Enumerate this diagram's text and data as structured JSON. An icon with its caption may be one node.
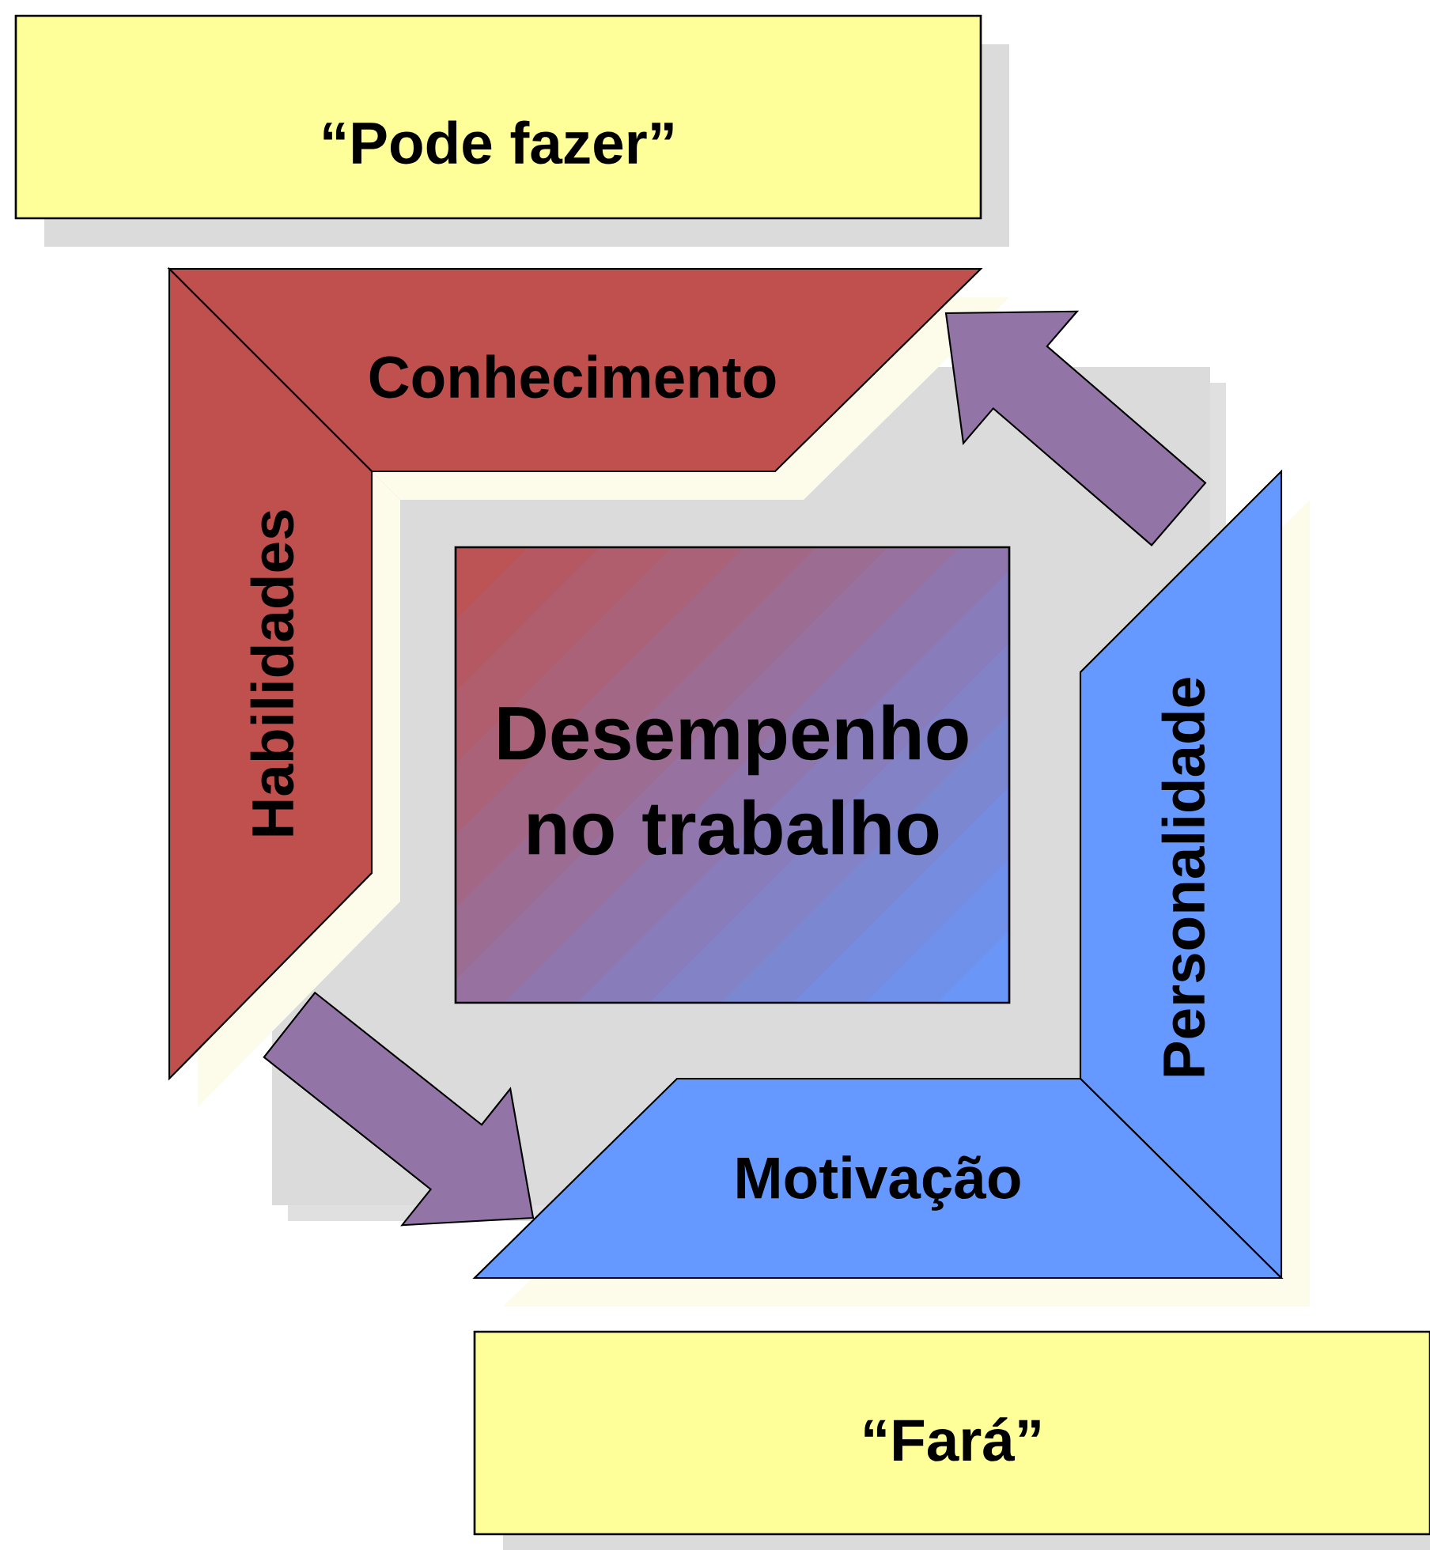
{
  "diagram": {
    "nodes": [
      {
        "text": [
          "“Pode fazer”"
        ]
      },
      {
        "text": [
          "Conhecimento"
        ]
      },
      {
        "text": [
          "Habilidades"
        ]
      },
      {
        "text": [
          "Desempenho no trabalho"
        ]
      },
      {
        "text": [
          "Personalidade"
        ]
      },
      {
        "text": [
          "Motivação"
        ]
      },
      {
        "text": [
          "“Fará”"
        ]
      }
    ],
    "edges": [
      {
        "from": 2,
        "to": 5,
        "arrow": "to"
      },
      {
        "from": 4,
        "to": 1,
        "arrow": "to"
      }
    ]
  }
}
